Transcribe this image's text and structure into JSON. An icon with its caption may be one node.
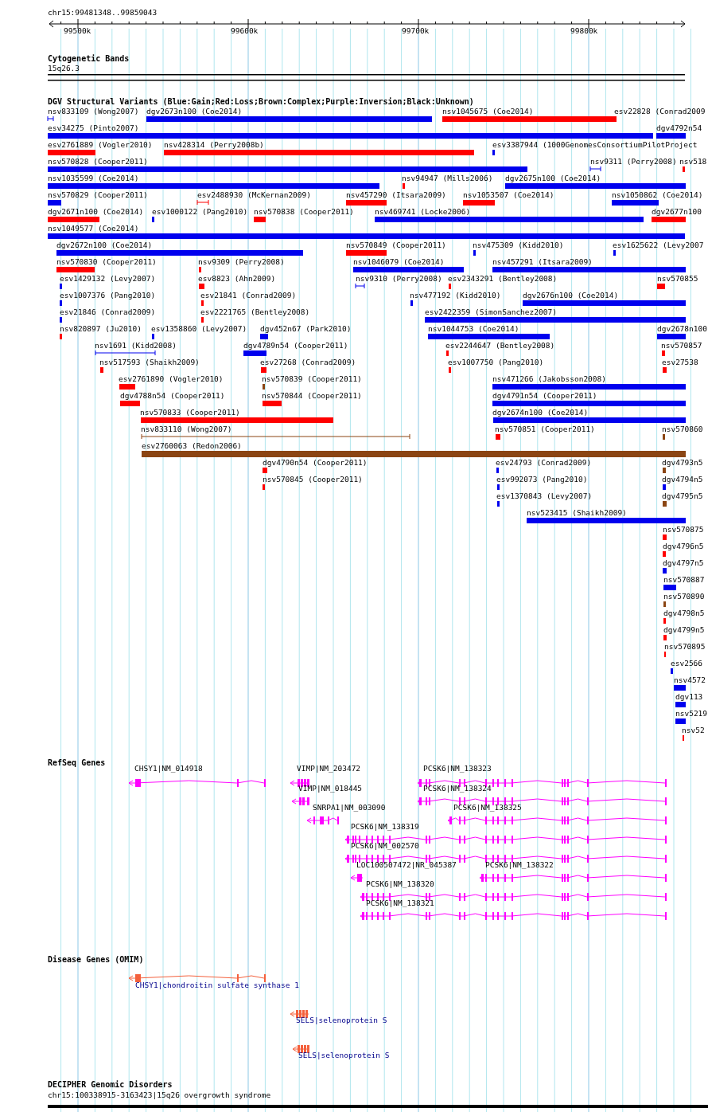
{
  "diagram": {
    "labels": [
      "chr15:99481348..99859043",
      "99500k",
      "99600k",
      "99700k",
      "99800k",
      "Cytogenetic Bands",
      "15q26.3",
      "DGV Structural Variants (Blue:Gain;Red:Loss;Brown:Complex;Purple:Inversion;Black:Unknown)",
      "nsv833109 (Wong2007)",
      "dgv2673n100 (Coe2014)",
      "nsv1045675 (Coe2014)",
      "esv22828 (Conrad2009",
      "esv34275 (Pinto2007)",
      "dgv4792n54",
      "esv2761889 (Vogler2010)",
      "nsv428314 (Perry2008b)",
      "esv3387944 (1000GenomesConsortiumPilotProject",
      "nsv570828 (Cooper2011)",
      "nsv9311 (Perry2008)",
      "nsv518",
      "nsv1035599 (Coe2014)",
      "nsv94947 (Mills2006)",
      "dgv2675n100 (Coe2014)",
      "nsv570829 (Cooper2011)",
      "esv2488930 (McKernan2009)",
      "nsv457290 (Itsara2009)",
      "nsv1053507 (Coe2014)",
      "nsv1050862 (Coe2014)",
      "dgv2671n100 (Coe2014)",
      "esv1000122 (Pang2010)",
      "nsv570838 (Cooper2011)",
      "nsv469741 (Locke2006)",
      "dgv2677n100",
      "nsv1049577 (Coe2014)",
      "dgv2672n100 (Coe2014)",
      "nsv570849 (Cooper2011)",
      "nsv475309 (Kidd2010)",
      "esv1625622 (Levy2007",
      "nsv570830 (Cooper2011)",
      "nsv9309 (Perry2008)",
      "nsv1046079 (Coe2014)",
      "nsv457291 (Itsara2009)",
      "esv1429132 (Levy2007)",
      "esv8823 (Ahn2009)",
      "nsv9310 (Perry2008)",
      "esv2343291 (Bentley2008)",
      "nsv570855",
      "esv1007376 (Pang2010)",
      "esv21841 (Conrad2009)",
      "nsv477192 (Kidd2010)",
      "dgv2676n100 (Coe2014)",
      "esv21846 (Conrad2009)",
      "esv2221765 (Bentley2008)",
      "esv2422359 (SimonSanchez2007)",
      "nsv820897 (Ju2010)",
      "esv1358860 (Levy2007)",
      "dgv452n67 (Park2010)",
      "nsv1044753 (Coe2014)",
      "dgv2678n100",
      "nsv1691 (Kidd2008)",
      "dgv4789n54 (Cooper2011)",
      "esv2244647 (Bentley2008)",
      "nsv570857",
      "nsv517593 (Shaikh2009)",
      "esv27268 (Conrad2009)",
      "esv1007750 (Pang2010)",
      "esv27538",
      "esv2761890 (Vogler2010)",
      "nsv570839 (Cooper2011)",
      "nsv471266 (Jakobsson2008)",
      "dgv4788n54 (Cooper2011)",
      "nsv570844 (Cooper2011)",
      "dgv4791n54 (Cooper2011)",
      "nsv570833 (Cooper2011)",
      "dgv2674n100 (Coe2014)",
      "nsv833110 (Wong2007)",
      "nsv570851 (Cooper2011)",
      "nsv570860",
      "esv2760063 (Redon2006)",
      "dgv4790n54 (Cooper2011)",
      "esv24793 (Conrad2009)",
      "dgv4793n5",
      "nsv570845 (Cooper2011)",
      "esv992073 (Pang2010)",
      "dgv4794n5",
      "esv1370843 (Levy2007)",
      "dgv4795n5",
      "nsv523415 (Shaikh2009)",
      "nsv570875",
      "dgv4796n5",
      "dgv4797n5",
      "nsv570887",
      "nsv570890",
      "dgv4798n5",
      "dgv4799n5",
      "nsv570895",
      "esv2566",
      "nsv4572",
      "dgv113",
      "nsv5219",
      "nsv52",
      "RefSeq Genes",
      "CHSY1|NM_014918",
      "VIMP|NM_203472",
      "PCSK6|NM_138323",
      "VIMP|NM_018445",
      "PCSK6|NM_138324",
      "SNRPA1|NM_003090",
      "PCSK6|NM_138325",
      "PCSK6|NM_138319",
      "PCSK6|NM_002570",
      "LOC100507472|NR_045387",
      "PCSK6|NM_138322",
      "PCSK6|NM_138320",
      "PCSK6|NM_138321",
      "Disease Genes (OMIM)",
      "CHSY1|chondroitin sulfate synthase 1",
      "SELS|selenoprotein S",
      "SELS|selenoprotein S",
      "DECIPHER Genomic Disorders",
      "chr15:100338915-3163423|15q26 overgrowth syndrome"
    ]
  }
}
